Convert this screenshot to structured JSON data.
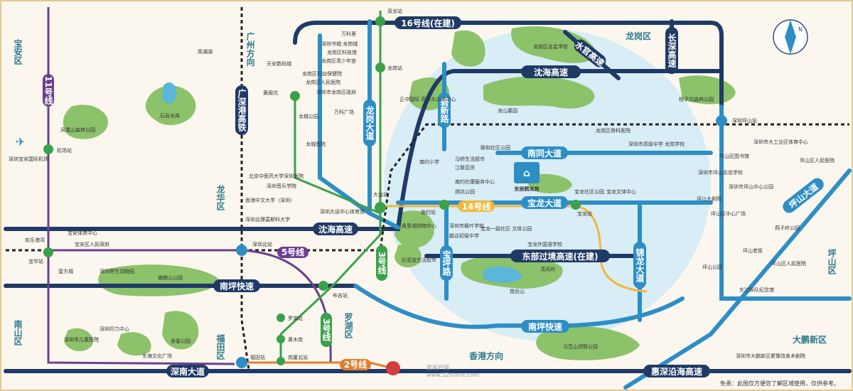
{
  "districts": {
    "baoan": "宝安区",
    "longgang": "龙岗区",
    "longhua": "龙华区",
    "luohu": "罗湖区",
    "futian": "福田区",
    "nanshan": "南山区",
    "pingshan": "坪山区",
    "dapeng": "大鹏新区"
  },
  "roads": {
    "shenhai": "沈海高速",
    "shenhai_left": "沈海高速",
    "nanping": "南坪快速",
    "nanping_right": "南坪快速",
    "shennan": "深南大道",
    "huishen": "惠深沿海高速",
    "eastern": "东部过境高速(在建)",
    "nantong": "南同大道",
    "baolong": "宝龙大道",
    "longgang_ave": "龙岗大道",
    "bixin": "碧新路",
    "baoping": "宝坪路",
    "jinlong": "锦龙大道",
    "changshen": "长深高速",
    "pingshan_ave": "坪山大道",
    "shuisan": "水官高速",
    "guangshen": "广深港高铁"
  },
  "metro": {
    "l16": "16号线(在建)",
    "l14": "14号线",
    "l5": "5号线",
    "l3": "3号线",
    "l3b": "3号线",
    "l2": "2号线",
    "l11": "11号线"
  },
  "directions": {
    "guangzhou": "广州方向",
    "hongkong": "香港方向"
  },
  "stations": {
    "shuanglong": "双龙站",
    "longgangzhan": "龙岗站",
    "dayun": "大运站",
    "nanyue": "南约站",
    "baolong": "宝龙站",
    "pingshan": "深圳坪山站",
    "shenzhenbei": "深圳北站",
    "buji": "布吉站",
    "futian": "福田站",
    "huanggang": "黄阁坑",
    "airport": "机场站",
    "baohua": "宝华站",
    "luohubei": "罗湖北",
    "huangmugang": "黄木岗",
    "gangxiabei": "岗厦北站"
  },
  "pois": {
    "project": "安居鹤龙苑",
    "stone_reservoir": "石岩水库",
    "guanlan_lake": "观澜湖",
    "fenghuangshan": "凤凰山森林公园",
    "airport_name": "深圳宝安国际机场",
    "tianan": "天安数码城",
    "longcheng_park": "龙城公园",
    "longcheng_hosp": "龙城医院",
    "wankeli": "万科里",
    "shuchengl": "深圳书城·龙岗城",
    "kejiguan": "龙岗区科技馆",
    "qingshaonian": "龙岗区青少年宫",
    "fuyou": "龙岗区妇幼保健院",
    "renmin_lg": "龙岗区人民医院",
    "lg_gov": "深圳市龙岗区政府",
    "wanke_plaza": "万科广场",
    "golf": "正中国际\n高尔夫训练中心",
    "longshan": "龙山墓园",
    "lg_name_school": "龙岗区名星学校",
    "yuhe": "联和社区公园",
    "lianhe": "联和社区公园",
    "majiao": "马桥生活超市",
    "jiangqian": "江联百货",
    "nanyue_center": "南约社康服务中心",
    "nanyue_school": "南约小学",
    "nayao_park": "炳坑公园",
    "fengye": "深圳市枫叶学校",
    "pengda": "鹏达初级中学",
    "baolong_yi": "宝龙一路社区\n文体公园",
    "waiguoyu": "宝龙外国语学校",
    "baolong_sq": "宝龙社区公园",
    "wenti": "宝龙文体中心",
    "oriental": "奥恩诺购物中心",
    "biyu": "比亚迪生活超市",
    "paotaishan": "炮台山",
    "qingfengling": "清风岭",
    "matoushan": "马峦山郊野公园",
    "gugu_hosp": "龙岗区骨科医院",
    "longhua_school": "深圳市高级中学\n龙岗学校",
    "songzi": "松子坑森林公园",
    "ps_library": "坪山区图书馆",
    "ps_shiyan": "深圳市坪山实验学校",
    "ps_center_park": "深圳市坪山中心公园",
    "ps_grand": "坪山大剧院",
    "ps_center_sq": "坪山区中心广场",
    "yanzi": "燕子岭公园",
    "laojie": "坪山老街",
    "ps_renmin": "坪山区人民医院",
    "ps_hosp": "坪山区人民医院",
    "ps_park": "坪山公园",
    "dongjiang": "东江纵队纪念馆",
    "industrial": "深圳市大工业区体育中心",
    "dapeng_art": "深圳市大鹏新区聚豫改善术剧院",
    "bj_tcm": "北京中医药大学深圳医院",
    "yinyue": "深圳音乐学院",
    "zhongwen": "香港中文大学（深圳）",
    "daoyun": "深圳大运中心体育馆",
    "bjli": "深圳北理莫斯科大学",
    "baoan_sport": "宝安体育中心",
    "baoan_gov": "宝安区人民政府",
    "huanle": "欢乐港湾",
    "yunshan": "壹方城",
    "wildzoo": "深圳野生动物园",
    "tangliang": "塘朗山公园",
    "yinzhong": "深圳印力中心",
    "kids_hosp": "深圳市儿童医院",
    "donghai": "东海文化广场",
    "xiangmi": "香蜜公园"
  },
  "footer": {
    "disclaimer": "免责：此图仅方便您了解区域使用，仅供参考。",
    "watermark_site": "www.52home.com",
    "watermark_name": "爱居产网"
  },
  "compass_label": "N",
  "colors": {
    "road_dark": "#1f3a66",
    "road_blue": "#2d8ec6",
    "green": "#8cc26a",
    "metro_green": "#3aa14a",
    "metro_yellow": "#f1b83c",
    "metro_purple": "#6b3f8e",
    "metro_orange": "#e07f2c",
    "metro_cyan": "#57b7d7"
  }
}
